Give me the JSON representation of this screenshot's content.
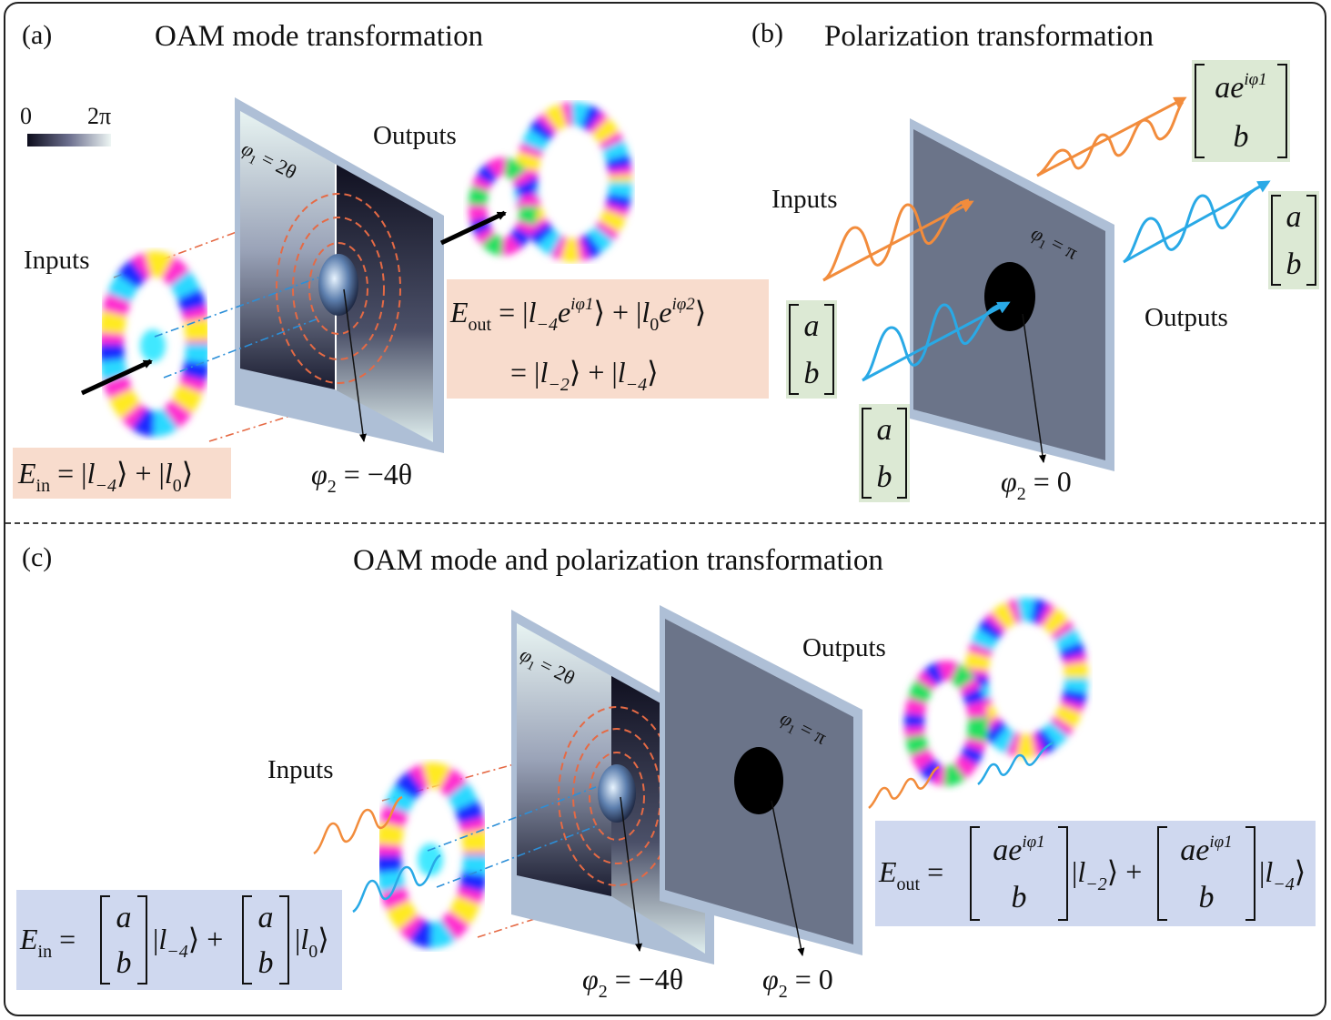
{
  "panel_a": {
    "label": "(a)",
    "title": "OAM mode transformation",
    "colorbar_min": "0",
    "colorbar_max": "2π",
    "inputs_label": "Inputs",
    "outputs_label": "Outputs",
    "phase1": "φ1 = 2θ",
    "phase2": "φ2 = −4θ",
    "eq_in": "Ein = |l−4⟩ + |l0⟩",
    "eq_out_line1": "Eout = |l−4 e^{iφ1}⟩ + |l0 e^{iφ2}⟩",
    "eq_out_line2": "= |l−2⟩ + |l−4⟩"
  },
  "panel_b": {
    "label": "(b)",
    "title": "Polarization transformation",
    "inputs_label": "Inputs",
    "outputs_label": "Outputs",
    "phase1": "φ1 = π",
    "phase2": "φ2 = 0",
    "matrix_a": "a",
    "matrix_b": "b",
    "matrix_ae": "ae^{iφ1}"
  },
  "panel_c": {
    "label": "(c)",
    "title": "OAM mode and polarization transformation",
    "inputs_label": "Inputs",
    "outputs_label": "Outputs",
    "phase1_left": "φ1 = 2θ",
    "phase1_right": "φ1 = π",
    "phase2_left": "φ2 = −4θ",
    "phase2_right": "φ2 = 0",
    "eq_in": "Ein = [a; b]|l−4⟩ + [a; b]|l0⟩",
    "eq_out": "Eout = [ae^{iφ1}; b]|l−2⟩ + [ae^{iφ1}; b]|l−4⟩"
  },
  "colors": {
    "equation_box_orange": "#f8dccd",
    "equation_box_blue": "#cfd8ef",
    "matrix_box_green": "#dce9d4",
    "orange_beam": "#f28c3c",
    "blue_beam": "#29a9e6",
    "plate_dark": "#6b7489",
    "plate_frame": "#b9c9dd"
  }
}
